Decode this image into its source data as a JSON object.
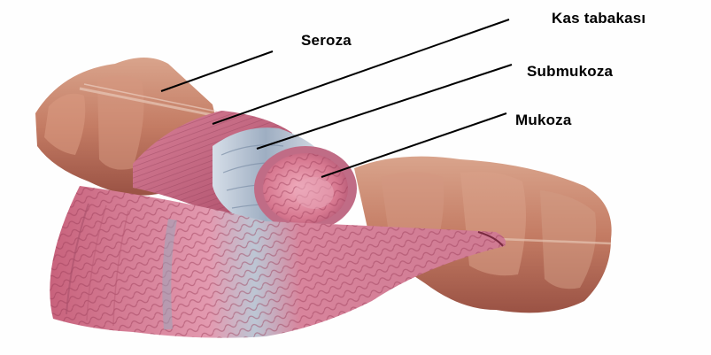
{
  "labels": {
    "seroza": "Seroza",
    "kas_tabakasi": "Kas tabakası",
    "submukoza": "Submukoza",
    "mukoza": "Mukoza"
  },
  "colors": {
    "serosa": "#c88a70",
    "muscle": "#c9647c",
    "submucosa": "#b8c4d2",
    "mucosa": "#e090a4",
    "leader_line": "#000000"
  }
}
